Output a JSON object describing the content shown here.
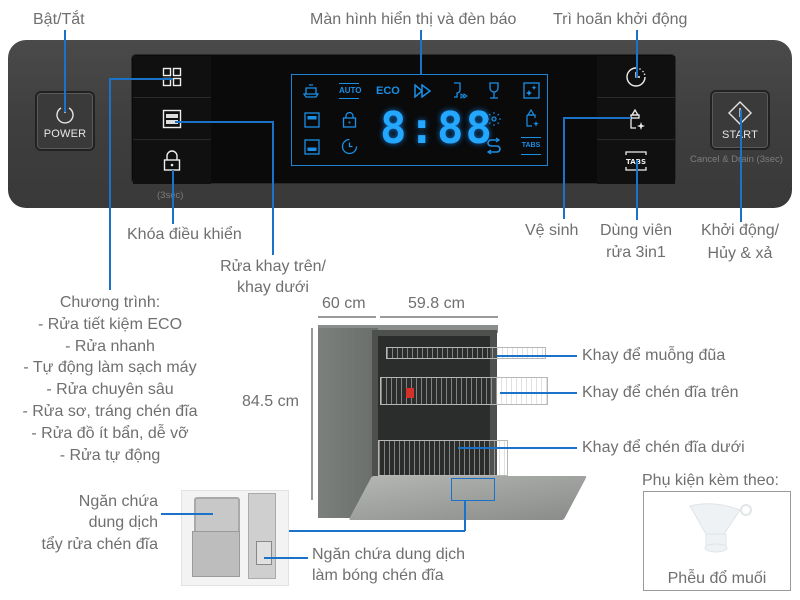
{
  "panel": {
    "power_button": {
      "label": "POWER",
      "icon": "power-icon"
    },
    "start_button": {
      "label": "START",
      "icon": "start-diamond-icon",
      "subtext": "Cancel & Drain (3sec)"
    },
    "left_buttons": [
      {
        "icon": "programs-grid-icon"
      },
      {
        "icon": "upper-lower-rack-icon"
      },
      {
        "icon": "lock-icon",
        "subtext": "(3sec)"
      }
    ],
    "right_buttons": [
      {
        "icon": "delay-start-clock-icon"
      },
      {
        "icon": "hygiene-icon"
      },
      {
        "icon": "tabs-icon",
        "label": "TABS"
      }
    ],
    "display": {
      "time": "8:88",
      "icons_row1": [
        "intensive-pot-icon",
        "AUTO",
        "ECO",
        "fast-forward-icon",
        "glass-quick-icon",
        "glass-icon",
        "self-clean-icon"
      ],
      "icons_col_left": [
        "upper-rack-icon",
        "lower-rack-icon"
      ],
      "icons_col_mid": [
        "lock-icon",
        "clock-icon"
      ],
      "icons_right": [
        "rinse-aid-sparkle-icon",
        "hygiene-icon",
        "salt-refill-icon",
        "TABS"
      ],
      "auto_label": "AUTO",
      "eco_label": "ECO",
      "tabs_label": "TABS"
    },
    "accent_color": "#1b8fe6"
  },
  "labels": {
    "power": "Bật/Tắt",
    "display": "Màn hình hiển thị và đèn báo",
    "delay": "Trì hoãn khởi động",
    "lock": "Khóa điều khiển",
    "rack_select_1": "Rửa khay trên/",
    "rack_select_2": "khay dưới",
    "hygiene": "Vệ sinh",
    "tabs_1": "Dùng viên",
    "tabs_2": "rửa 3in1",
    "start_1": "Khởi động/",
    "start_2": "Hủy & xả",
    "programs": {
      "title": "Chương trình:",
      "items": [
        "- Rửa tiết kiệm ECO",
        "- Rửa nhanh",
        "- Tự động làm sạch máy",
        "- Rửa chuyên sâu",
        "- Rửa sơ, tráng chén đĩa",
        "- Rửa đồ ít bẩn, dễ vỡ",
        "- Rửa tự động"
      ]
    },
    "dims": {
      "depth": "60 cm",
      "width": "59.8 cm",
      "height": "84.5 cm"
    },
    "racks": {
      "cutlery": "Khay để muỗng đũa",
      "upper": "Khay để chén đĩa trên",
      "lower": "Khay để chén đĩa dưới"
    },
    "detergent_1": "Ngăn chứa",
    "detergent_2": "dung dịch",
    "detergent_3": "tẩy rửa chén đĩa",
    "rinse_1": "Ngăn chứa dung dịch",
    "rinse_2": "làm bóng chén đĩa",
    "accessory_title": "Phụ kiện kèm theo:",
    "accessory_name": "Phễu đổ muối"
  }
}
